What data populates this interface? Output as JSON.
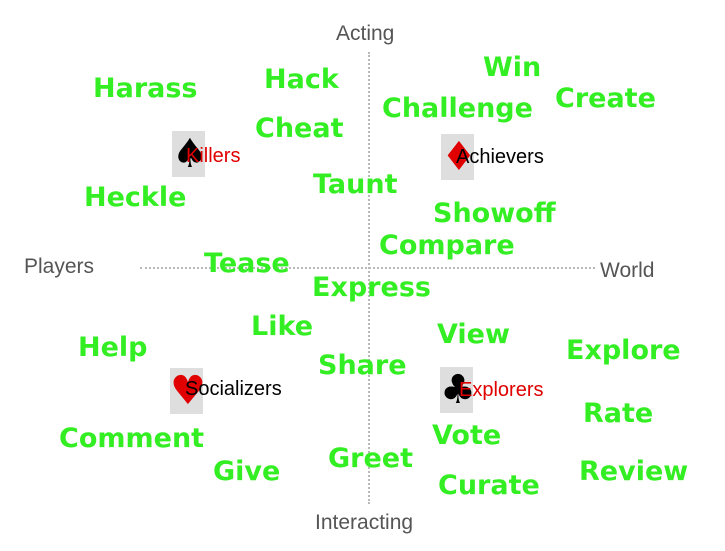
{
  "axes": {
    "top": "Acting",
    "bottom": "Interacting",
    "left": "Players",
    "right": "World"
  },
  "player_types": {
    "killers": {
      "label": "Killers",
      "suit": "♠",
      "label_color": "#e00000",
      "suit_color": "#000000"
    },
    "achievers": {
      "label": "Achievers",
      "suit": "♦",
      "label_color": "#000000",
      "suit_color": "#e00000"
    },
    "socializers": {
      "label": "Socializers",
      "suit": "♥",
      "label_color": "#000000",
      "suit_color": "#e00000"
    },
    "explorers": {
      "label": "Explorers",
      "suit": "♣",
      "label_color": "#e00000",
      "suit_color": "#000000"
    }
  },
  "verbs": {
    "win": "Win",
    "create": "Create",
    "hack": "Hack",
    "harass": "Harass",
    "challenge": "Challenge",
    "cheat": "Cheat",
    "taunt": "Taunt",
    "heckle": "Heckle",
    "showoff": "Showoff",
    "compare": "Compare",
    "tease": "Tease",
    "express": "Express",
    "like": "Like",
    "view": "View",
    "help": "Help",
    "explore": "Explore",
    "share": "Share",
    "rate": "Rate",
    "comment": "Comment",
    "vote": "Vote",
    "greet": "Greet",
    "review": "Review",
    "give": "Give",
    "curate": "Curate"
  },
  "colors": {
    "verb": "#33ee22",
    "axis_label": "#555555",
    "axis_line": "#b9b9b9",
    "card_background": "#dedede"
  }
}
